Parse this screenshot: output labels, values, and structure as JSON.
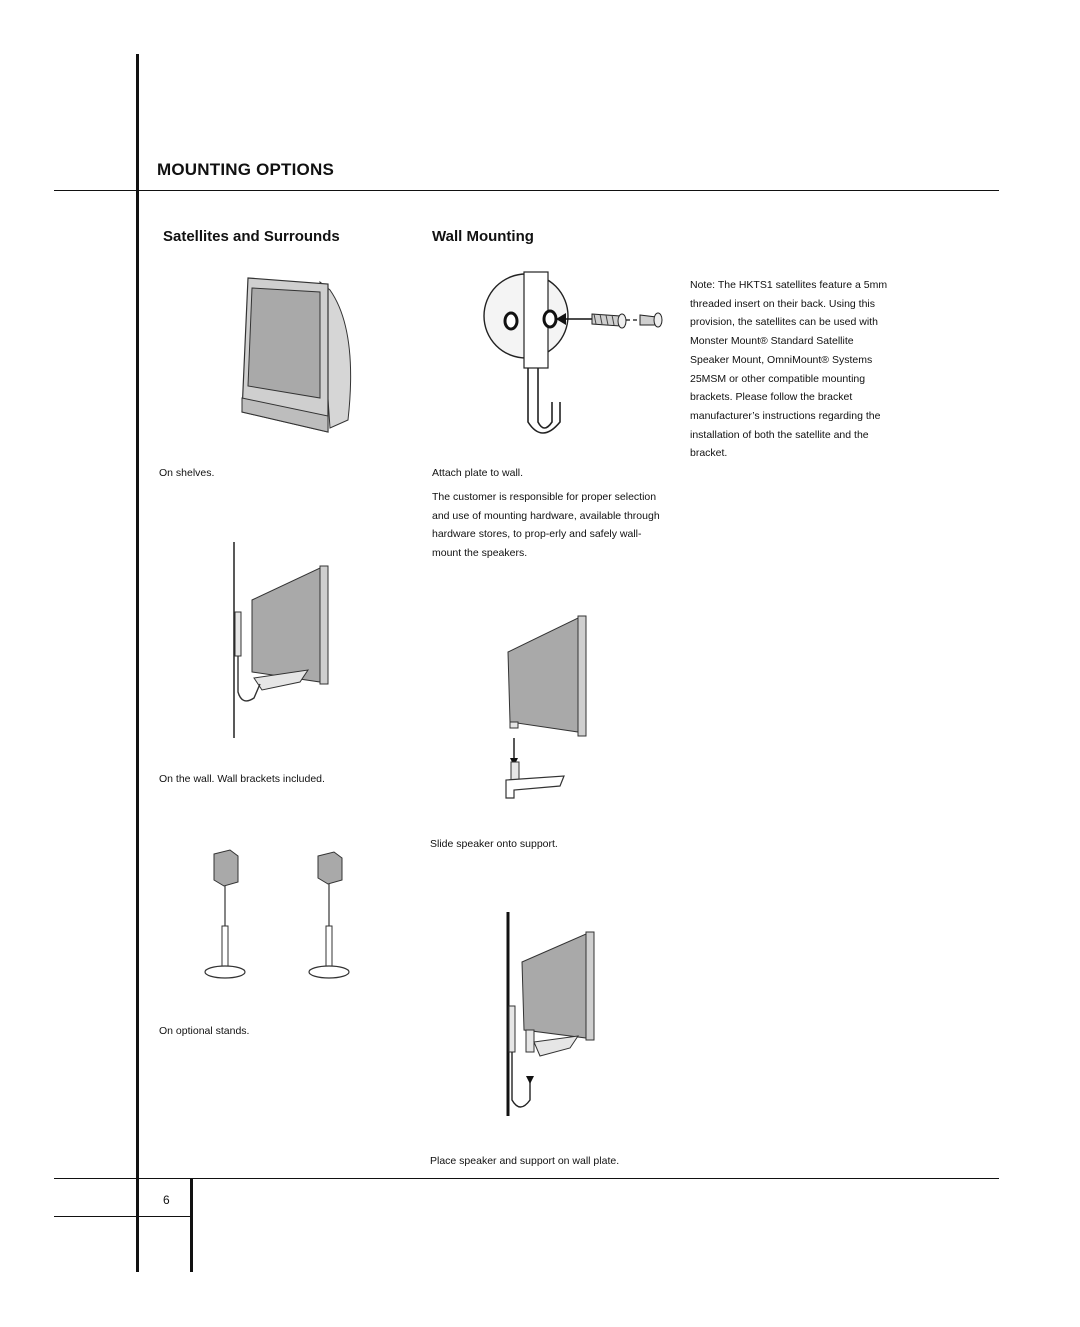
{
  "header": {
    "title": "MOUNTING OPTIONS"
  },
  "left_column": {
    "heading": "Satellites and Surrounds",
    "captions": {
      "shelves": "On shelves.",
      "wall": "On the wall. Wall brackets included.",
      "stands": "On optional stands."
    }
  },
  "middle_column": {
    "heading": "Wall Mounting",
    "captions": {
      "attach": "Attach plate to wall.",
      "slide": "Slide speaker onto support.",
      "place": "Place speaker and support on wall plate."
    },
    "body": "The customer is responsible for proper selection and use of mounting hardware, available through hardware stores, to prop-erly and safely wall-mount the speakers."
  },
  "right_column": {
    "note_lines": [
      "Note: The HKTS1 satellites feature a 5mm",
      "threaded insert on their back. Using this",
      "provision, the satellites can be used with",
      "Monster Mount® Standard Satellite",
      "Speaker Mount, OmniMount® Systems",
      "25MSM or other compatible mounting",
      "brackets. Please follow the bracket",
      "manufacturer’s instructions regarding the",
      "installation of both the satellite and the",
      "bracket."
    ]
  },
  "footer": {
    "page_number": "6"
  }
}
